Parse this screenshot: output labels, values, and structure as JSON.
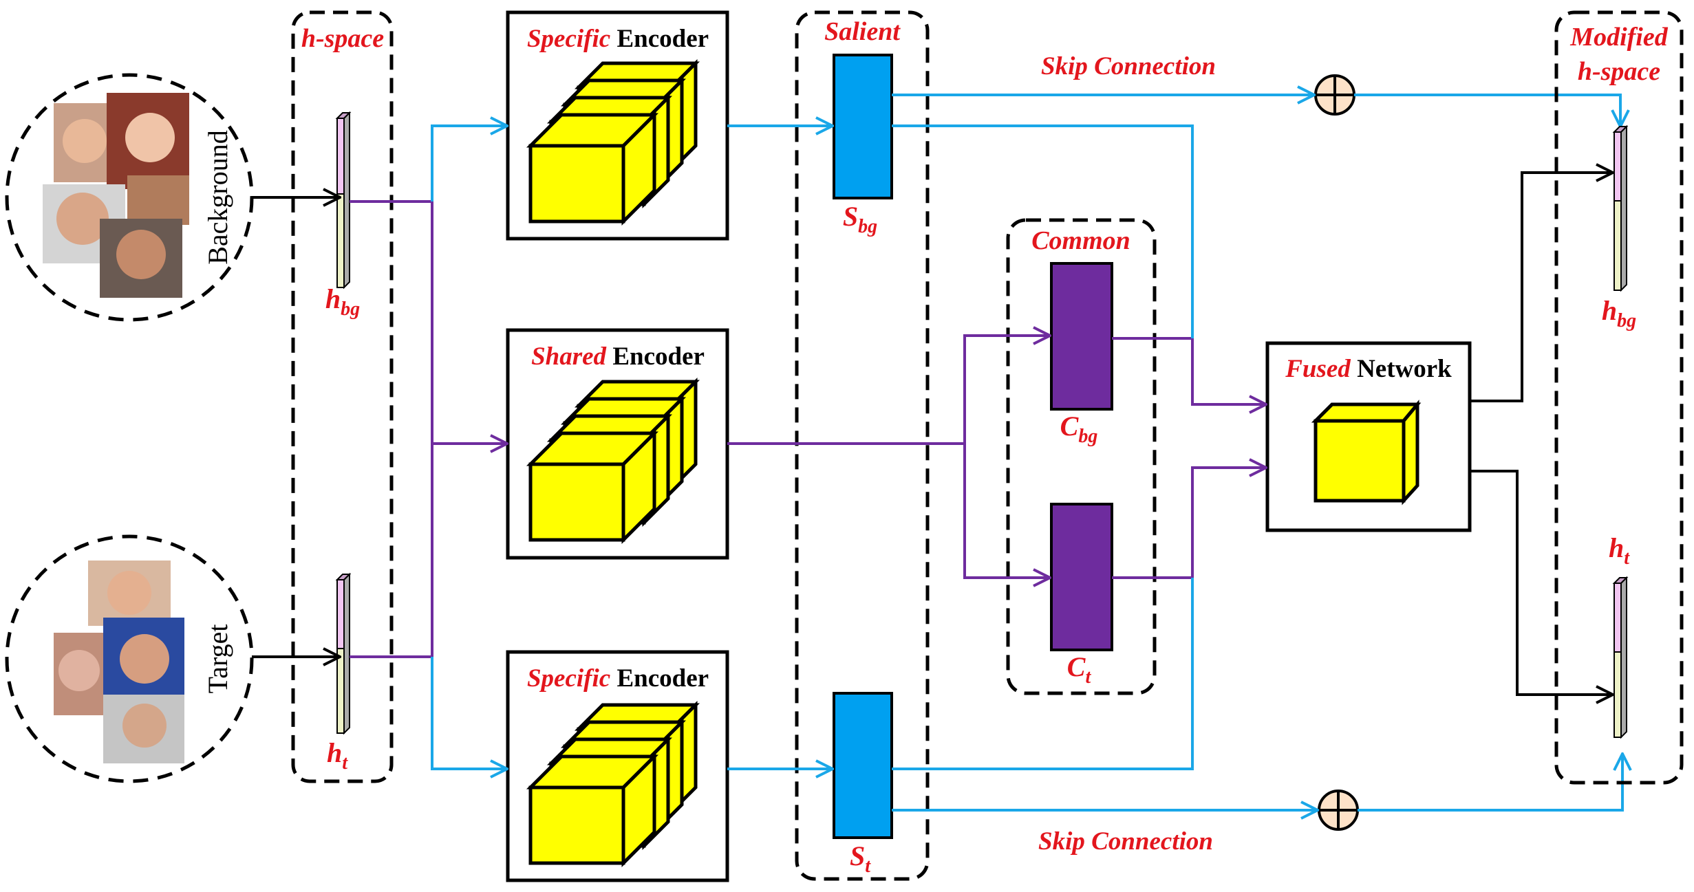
{
  "inputs": {
    "background": "Background",
    "target": "Target"
  },
  "groups": {
    "hspace": "h-space",
    "salient": "Salient",
    "common": "Common",
    "modified_line1": "Modified",
    "modified_line2": "h-space"
  },
  "encoders": {
    "top": {
      "emph": "Specific",
      "rest": " Encoder"
    },
    "middle": {
      "emph": "Shared",
      "rest": " Encoder"
    },
    "bottom": {
      "emph": "Specific",
      "rest": " Encoder"
    }
  },
  "fused": {
    "emph": "Fused",
    "rest": " Network"
  },
  "skip": {
    "top": "Skip Connection",
    "bottom": "Skip Connection"
  },
  "vars": {
    "h_bg": {
      "base": "h",
      "sub": "bg"
    },
    "h_t": {
      "base": "h",
      "sub": "t"
    },
    "s_bg": {
      "base": "S",
      "sub": "bg"
    },
    "s_t": {
      "base": "S",
      "sub": "t"
    },
    "c_bg": {
      "base": "C",
      "sub": "bg"
    },
    "c_t": {
      "base": "C",
      "sub": "t"
    },
    "out_h_bg": {
      "base": "h",
      "sub": "bg"
    },
    "out_h_t": {
      "base": "h",
      "sub": "t"
    }
  },
  "colors": {
    "blue_arrow": "#1aa7e8",
    "purple_arrow": "#6e2c9e",
    "yellow_cube": "#ffff00",
    "blue_block": "#00a0f0",
    "purple_block": "#6e2c9e",
    "label_red": "#e3161d",
    "latent_top": "#f2c6f2",
    "latent_bottom": "#eef2c8",
    "adder_fill": "#fde2c8"
  }
}
